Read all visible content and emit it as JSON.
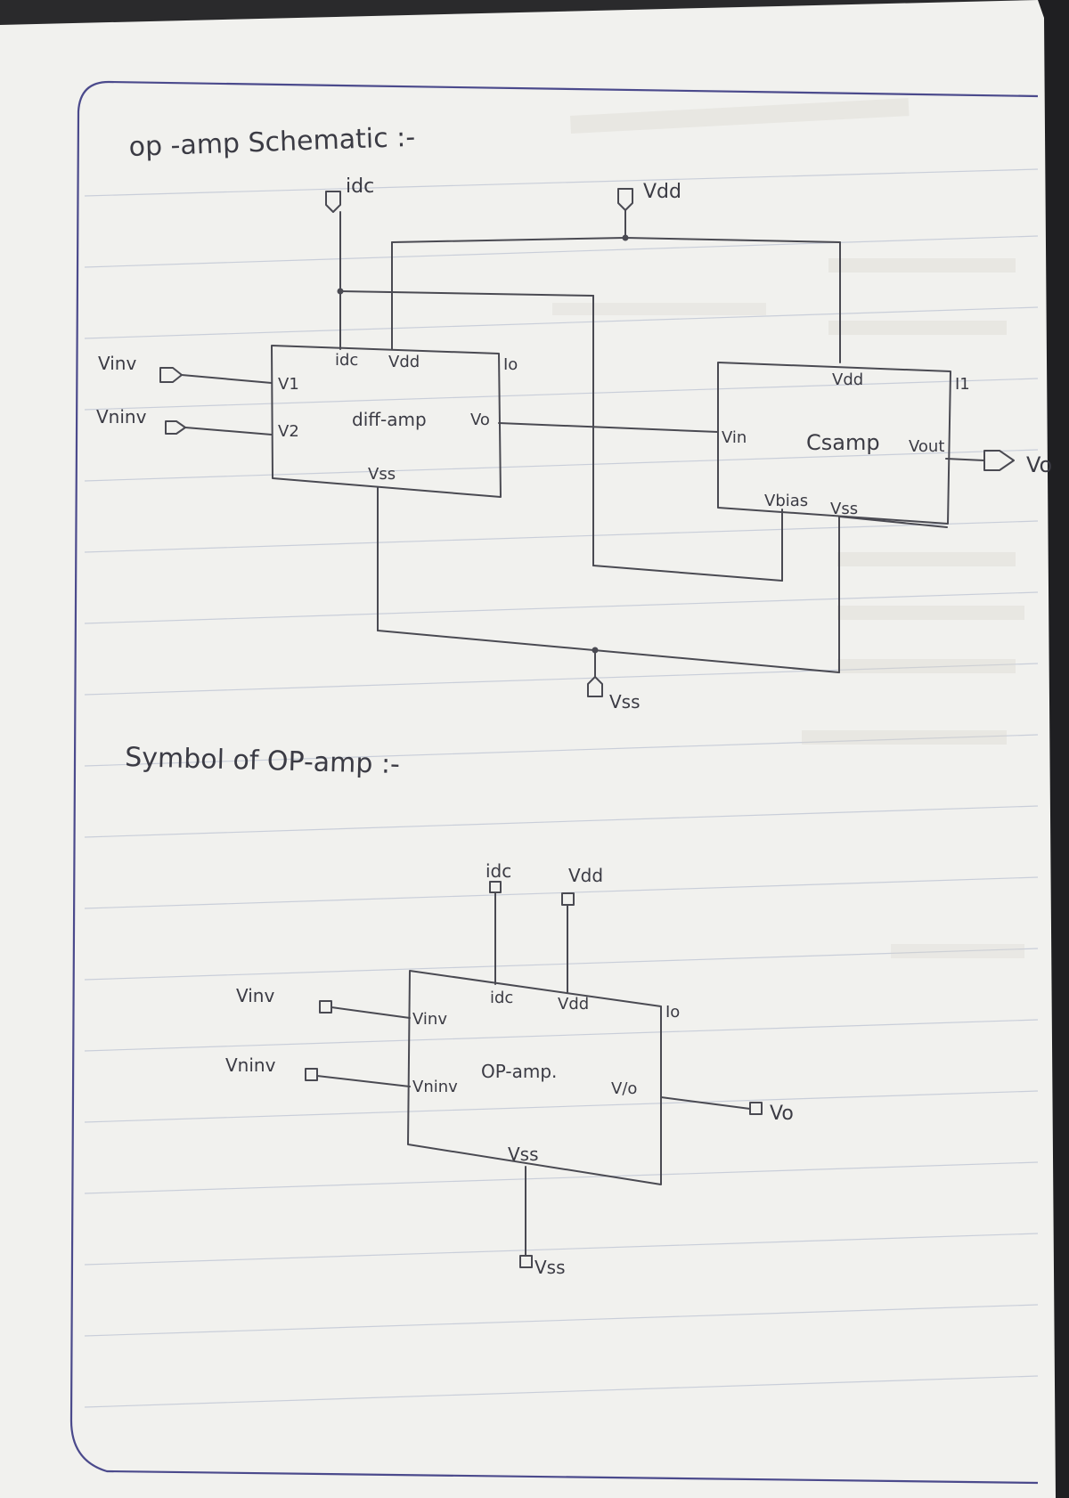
{
  "schematic": {
    "heading": "op -amp Schematic :-",
    "pins": {
      "idc": "idc",
      "vdd": "Vdd",
      "vinv": "Vinv",
      "vninv": "Vninv",
      "vo": "Vo",
      "vss": "Vss"
    },
    "diff_amp": {
      "name": "diff-amp",
      "ports": {
        "idc": "idc",
        "vdd": "Vdd",
        "io": "Io",
        "v1": "V1",
        "v2": "V2",
        "vo": "Vo",
        "vss": "Vss"
      }
    },
    "cs_amp": {
      "name": "Csamp",
      "ports": {
        "vdd": "Vdd",
        "i1": "I1",
        "vin": "Vin",
        "vout": "Vout",
        "vbias": "Vbias",
        "vss": "Vss"
      }
    }
  },
  "symbol": {
    "heading": "Symbol of OP-amp :-",
    "pins": {
      "idc": "idc",
      "vdd": "Vdd",
      "vinv": "Vinv",
      "vninv": "Vninv",
      "vo": "Vo",
      "vss": "Vss"
    },
    "block": {
      "name": "OP-amp.",
      "ports": {
        "idc": "idc",
        "vdd": "Vdd",
        "io": "Io",
        "vinv": "Vinv",
        "vninv": "Vninv",
        "vo": "V/o",
        "vss": "Vss"
      }
    }
  },
  "colors": {
    "paper": "#f1f1ee",
    "ink": "#4a4a52",
    "margin_line": "#4b4a8c",
    "ruling": "#c9ced9",
    "ghost_text": "#b9b6ad"
  }
}
